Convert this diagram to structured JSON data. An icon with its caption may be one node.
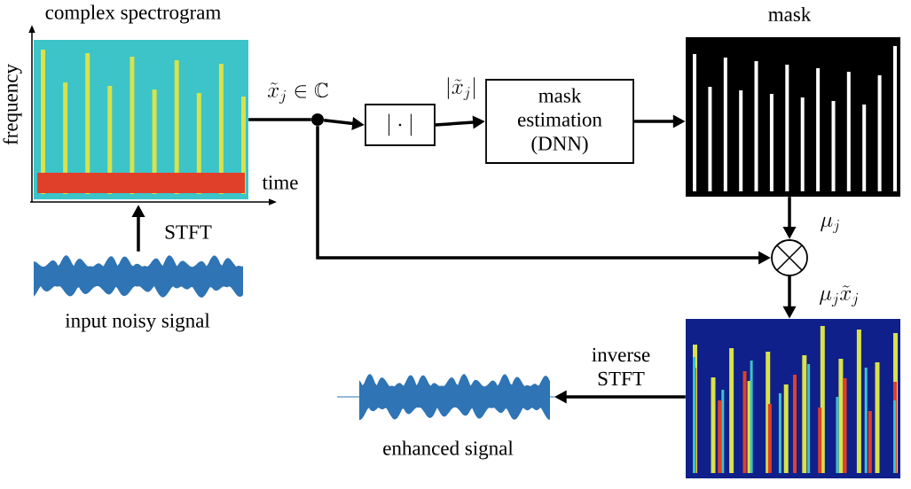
{
  "diagram": {
    "nodes": [
      {
        "text": [
          "complex spectrogram"
        ]
      },
      {
        "text": [
          "input noisy signal"
        ]
      },
      {
        "text": [],
        "shape": "circle"
      },
      {
        "text": [
          "|\\cdot|"
        ]
      },
      {
        "text": [
          "mask estimation (DNN)"
        ]
      },
      {
        "text": [
          "mask"
        ]
      },
      {
        "text": [],
        "shape": "circle"
      },
      {
        "text": [],
        "shape": "picture"
      },
      {
        "text": [
          "enhanced signal"
        ]
      }
    ],
    "edges": [
      {
        "from": 1,
        "to": 0,
        "arrow": "to",
        "label": "STFT"
      },
      {
        "from": 0,
        "to": 2,
        "arrow": "none",
        "label": "\\tilde{x}_j \\in \\mathbb{C}"
      },
      {
        "from": 2,
        "to": 3,
        "arrow": "to"
      },
      {
        "from": 3,
        "to": 4,
        "arrow": "to",
        "label": "|\\tilde{x}_j|"
      },
      {
        "from": 4,
        "to": 5,
        "arrow": "to"
      },
      {
        "from": 5,
        "to": 6,
        "arrow": "to",
        "label": "\\mu_j"
      },
      {
        "from": 2,
        "to": 6,
        "arrow": "to"
      },
      {
        "from": 6,
        "to": 7,
        "arrow": "to",
        "label": "\\mu_j \\tilde{x}_j"
      },
      {
        "from": 7,
        "to": 8,
        "arrow": "to",
        "label": "inverse STFT"
      }
    ],
    "labels": [
      "frequency",
      "time"
    ]
  }
}
